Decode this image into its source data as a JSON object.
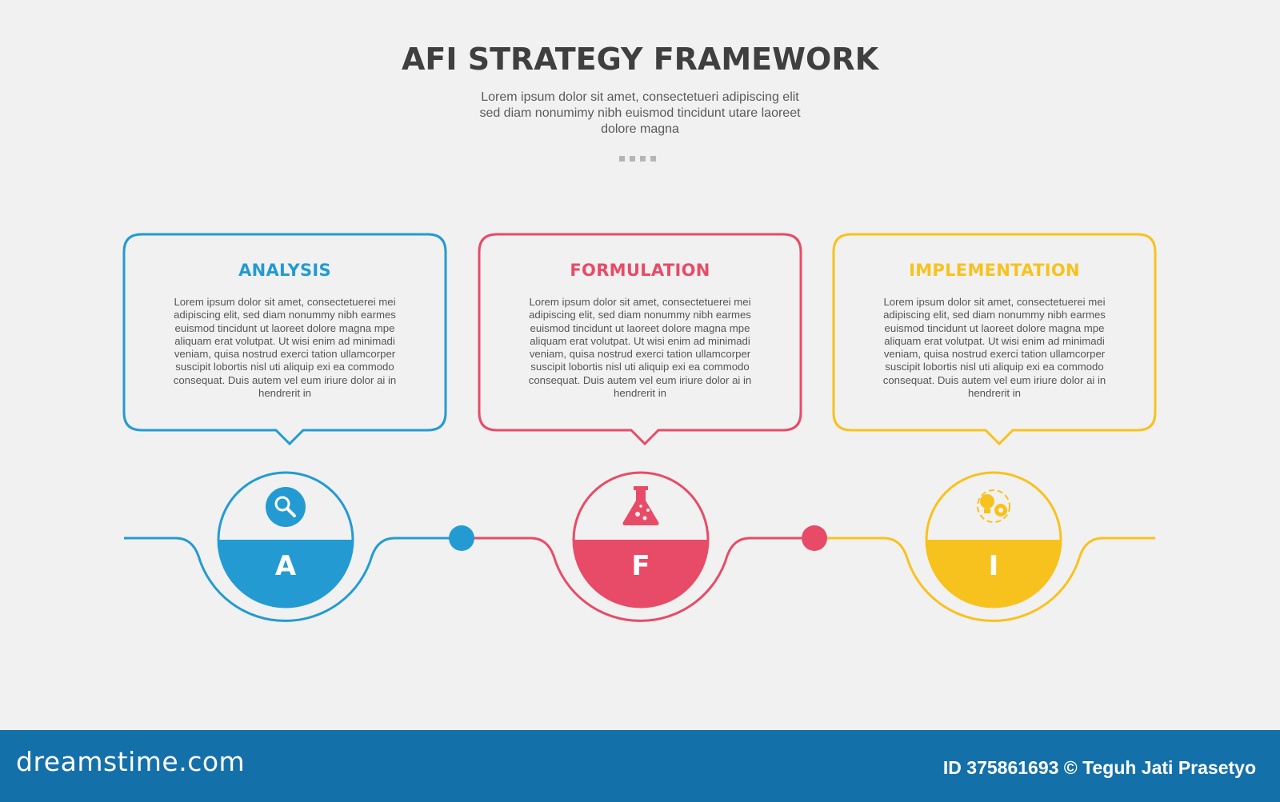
{
  "header": {
    "title": "AFI STRATEGY FRAMEWORK",
    "subtitle": "Lorem ipsum dolor sit amet, consectetueri adipiscing elit sed diam nonumimy nibh euismod tincidunt utare laoreet dolore magna"
  },
  "colors": {
    "blue": "#239bd2",
    "red": "#e84b67",
    "yellow": "#f8c21e",
    "footer": "#1470a9"
  },
  "steps": [
    {
      "title": "ANALYSIS",
      "letter": "A",
      "icon": "magnifier-icon",
      "body": "Lorem ipsum dolor sit amet, consectetuerei mei adipiscing elit, sed diam nonummy nibh earmes euismod tincidunt ut laoreet dolore magna mpe aliquam erat volutpat. Ut wisi enim ad minimadi veniam, quisa nostrud exerci tation ullamcorper suscipit lobortis nisl uti aliquip exi ea commodo consequat. Duis autem vel eum iriure dolor ai in hendrerit in"
    },
    {
      "title": "FORMULATION",
      "letter": "F",
      "icon": "flask-icon",
      "body": "Lorem ipsum dolor sit amet, consectetuerei mei adipiscing elit, sed diam nonummy nibh earmes euismod tincidunt ut laoreet dolore magna mpe aliquam erat volutpat. Ut wisi enim ad minimadi veniam, quisa nostrud exerci tation ullamcorper suscipit lobortis nisl uti aliquip exi ea commodo consequat. Duis autem vel eum iriure dolor ai in hendrerit in"
    },
    {
      "title": "IMPLEMENTATION",
      "letter": "I",
      "icon": "idea-gear-icon",
      "body": "Lorem ipsum dolor sit amet, consectetuerei mei adipiscing elit, sed diam nonummy nibh earmes euismod tincidunt ut laoreet dolore magna mpe aliquam erat volutpat. Ut wisi enim ad minimadi veniam, quisa nostrud exerci tation ullamcorper suscipit lobortis nisl uti aliquip exi ea commodo consequat. Duis autem vel eum iriure dolor ai in hendrerit in"
    }
  ],
  "footer": {
    "brand": "dreamstime.com",
    "credit": "ID 375861693 © Teguh Jati Prasetyo"
  }
}
